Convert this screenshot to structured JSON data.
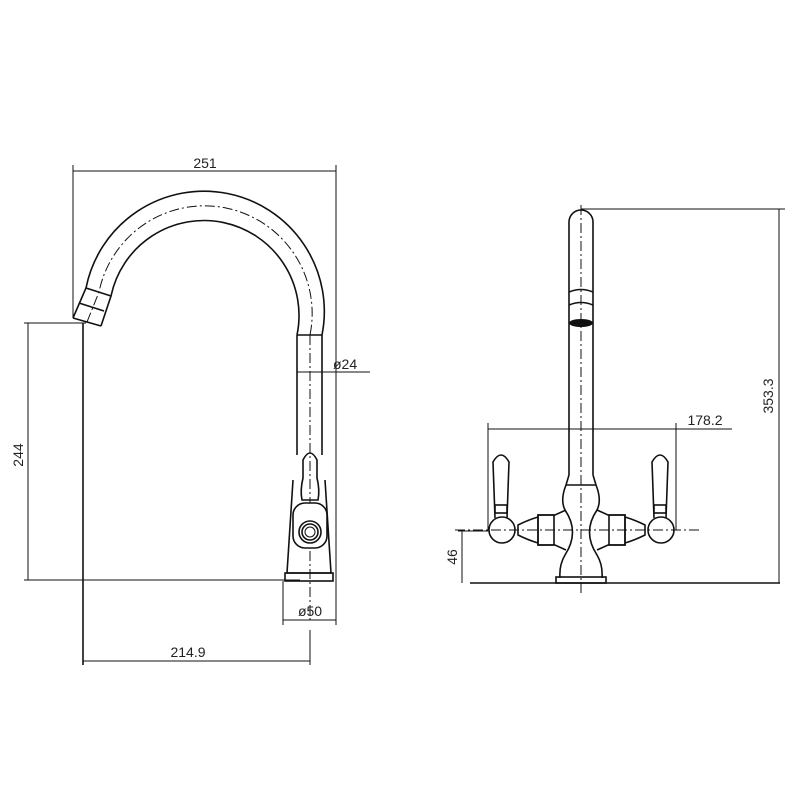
{
  "drawing": {
    "subject": "Kitchen mixer tap technical dimension drawing",
    "views": [
      {
        "id": "side-view",
        "dimensions": {
          "overall_width": "251",
          "spout_height": "244",
          "spout_diameter": "ø24",
          "base_diameter": "ø50",
          "spout_reach": "214.9"
        }
      },
      {
        "id": "front-view",
        "dimensions": {
          "overall_height": "353.3",
          "handle_span": "178.2",
          "handle_height": "46"
        }
      }
    ],
    "colors": {
      "line": "#111111",
      "background": "#ffffff",
      "text": "#222222"
    }
  }
}
